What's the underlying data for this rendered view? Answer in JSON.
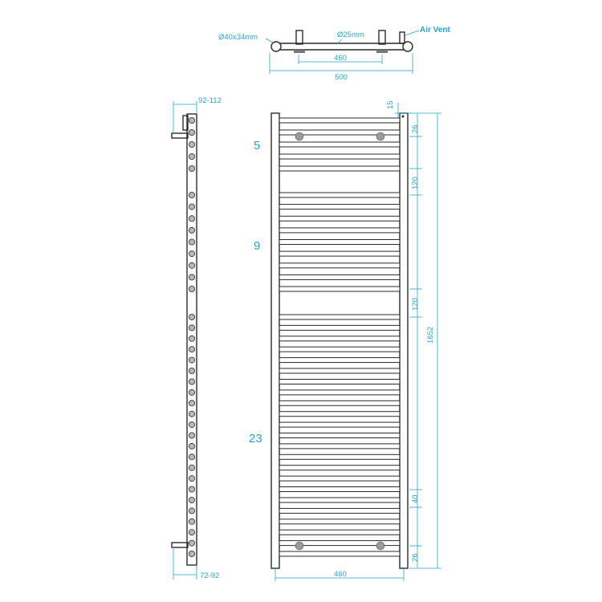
{
  "top_view": {
    "tube_diameter_label": "Ø40x34mm",
    "pipe_diameter_label": "Ø25mm",
    "air_vent_label": "Air Vent",
    "centers_label": "460",
    "overall_width_label": "500"
  },
  "side_view": {
    "top_depth_label": "92-112",
    "bottom_depth_label": "72-92"
  },
  "front_view": {
    "top_offset_label": "15",
    "top_margin_label": "26",
    "gap1_label": "120",
    "gap2_label": "120",
    "bar_spacing_label": "40",
    "bottom_margin_label": "26",
    "height_label": "1652",
    "bottom_width_label": "460",
    "group1_count": "5",
    "group2_count": "9",
    "group3_count": "23"
  },
  "colors": {
    "dimension": "#2aa3c7",
    "outline": "#2a2a2a"
  }
}
